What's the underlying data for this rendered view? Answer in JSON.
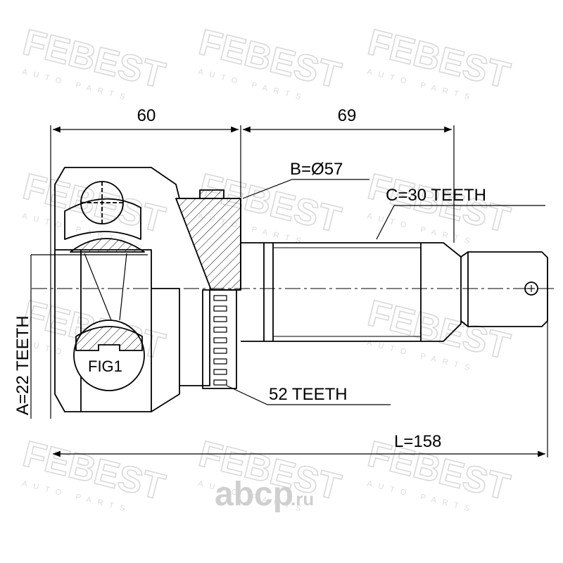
{
  "watermark": {
    "brand": "FEBEST",
    "sub": "AUTO PARTS"
  },
  "site_mark": {
    "text": "abcp",
    "suffix": ".ru"
  },
  "dimensions": {
    "housing_length": "60",
    "shaft_length": "69",
    "total_length": "L=158",
    "outer_diameter": "B=Ø57",
    "outer_spline": "C=30 TEETH",
    "inner_spline": "A=22 TEETH",
    "abs_ring": "52 TEETH",
    "detail": "FIG1"
  },
  "colors": {
    "line": "#000000",
    "watermark": "#d9d9d9"
  }
}
